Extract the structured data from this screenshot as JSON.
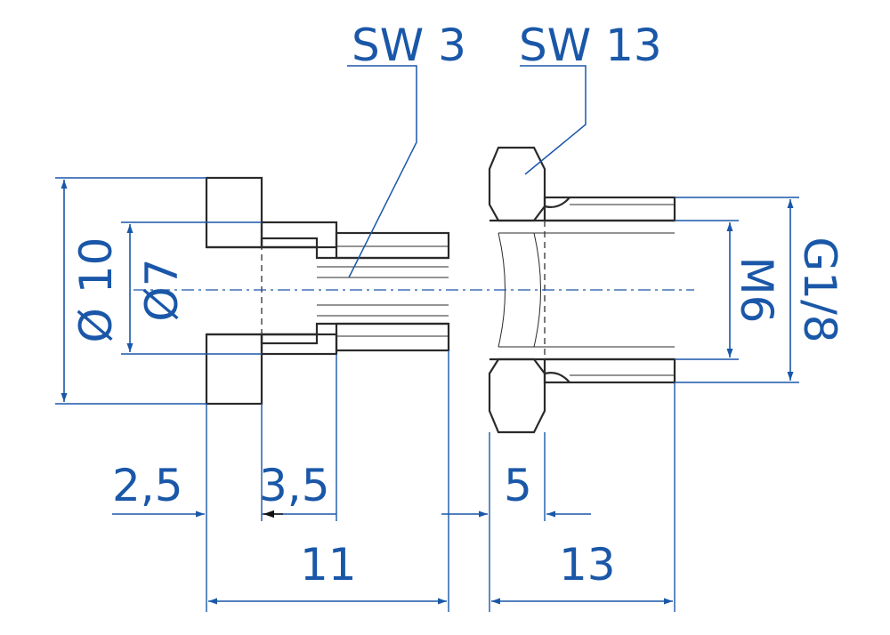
{
  "labels": {
    "sw3": "SW 3",
    "sw13": "SW 13",
    "dia10": "Ø 10",
    "dia7": "Ø7",
    "m6": "M6",
    "g18": "G1/8",
    "d25": "2,5",
    "d35": "3,5",
    "d5": "5",
    "d11": "11",
    "d13": "13"
  },
  "colors": {
    "dimension": "#1a57a8",
    "part": "#2a2a2a"
  }
}
